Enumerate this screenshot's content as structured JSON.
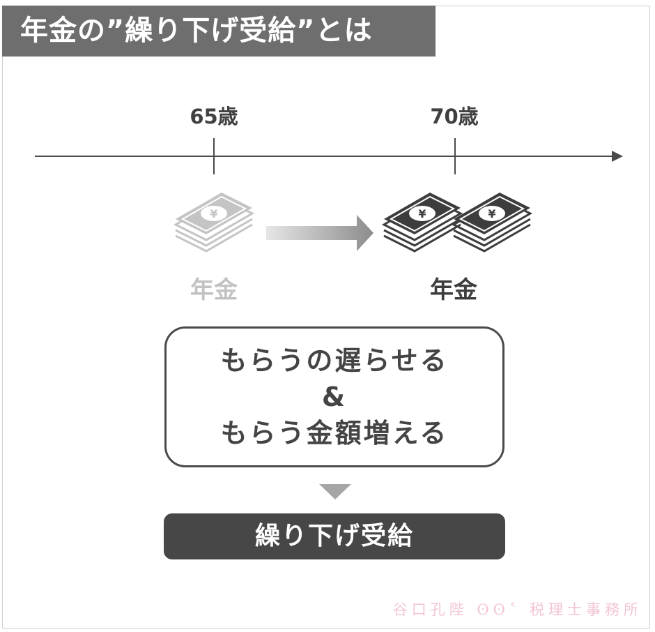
{
  "title": "年金の”繰り下げ受給”とは",
  "timeline": {
    "start_label": "65歳",
    "end_label": "70歳"
  },
  "before": {
    "caption": "年金",
    "color": "#c2c2c2"
  },
  "after": {
    "caption": "年金",
    "color": "#3d3d3d"
  },
  "icons": {
    "money": "yen-banknote-stack-icon",
    "arrow": "gradient-right-arrow-icon",
    "down": "down-triangle-icon"
  },
  "summary": {
    "line1": "もらうの遅らせる",
    "line2": "&",
    "line3": "もらう金額増える"
  },
  "result": {
    "label": "繰り下げ受給"
  },
  "watermark": "谷口孔陛 ʘʘ˂ 税理士事務所"
}
